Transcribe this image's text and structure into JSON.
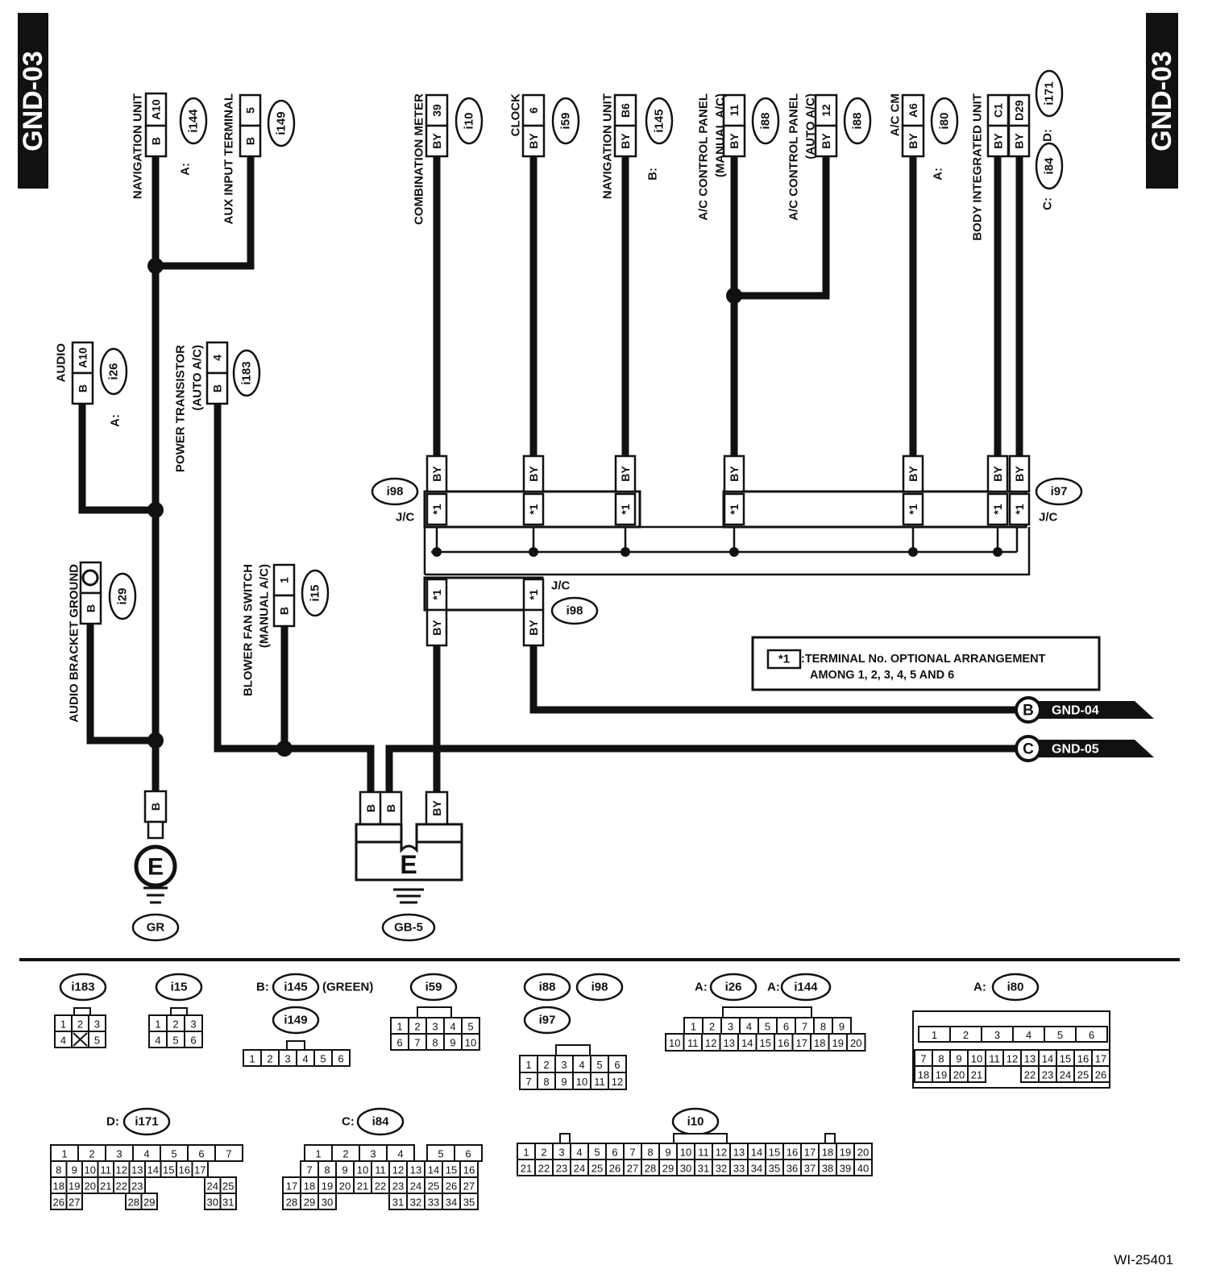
{
  "diagram_id": "GND-03",
  "figure_number": "WI-25401",
  "jc_label": "J/C",
  "note": {
    "symbol": "*1",
    "line1": ":TERMINAL No. OPTIONAL ARRANGEMENT",
    "line2": "AMONG 1, 2, 3, 4, 5 AND 6"
  },
  "components": {
    "navigation_unit_a": {
      "name": "NAVIGATION UNIT",
      "pin": "A10",
      "wire": "B",
      "conn": "i144",
      "prefix": "A:"
    },
    "aux_input": {
      "name": "AUX INPUT TERMINAL",
      "pin": "5",
      "wire": "B",
      "conn": "i149"
    },
    "audio": {
      "name": "AUDIO",
      "pin": "A10",
      "wire": "B",
      "conn": "i26",
      "prefix": "A:"
    },
    "power_transistor": {
      "name": "POWER TRANSISTOR",
      "sub": "(AUTO A/C)",
      "pin": "4",
      "wire": "B",
      "conn": "i183"
    },
    "audio_bracket_ground": {
      "name": "AUDIO BRACKET GROUND",
      "wire": "B",
      "conn": "i29"
    },
    "blower_fan_switch": {
      "name": "BLOWER FAN SWITCH",
      "sub": "(MANUAL A/C)",
      "pin": "1",
      "wire": "B",
      "conn": "i15"
    },
    "combination_meter": {
      "name": "COMBINATION METER",
      "pin": "39",
      "wire": "BY",
      "conn": "i10"
    },
    "clock": {
      "name": "CLOCK",
      "pin": "6",
      "wire": "BY",
      "conn": "i59"
    },
    "navigation_unit_b": {
      "name": "NAVIGATION UNIT",
      "pin": "B6",
      "wire": "BY",
      "conn": "i145",
      "prefix": "B:"
    },
    "ac_panel_manual": {
      "name": "A/C CONTROL PANEL",
      "sub": "(MANUAL A/C)",
      "pin": "11",
      "wire": "BY",
      "conn": "i88"
    },
    "ac_panel_auto": {
      "name": "A/C CONTROL PANEL",
      "sub": "(AUTO A/C)",
      "pin": "12",
      "wire": "BY",
      "conn": "i88"
    },
    "ac_cm": {
      "name": "A/C CM",
      "pin": "A6",
      "wire": "BY",
      "conn": "i80",
      "prefix": "A:"
    },
    "body_integrated_unit": {
      "name": "BODY INTEGRATED UNIT",
      "pin_c": "C1",
      "pin_d": "D29",
      "wire": "BY",
      "conn_c": "i84",
      "conn_d": "i171",
      "prefix_c": "C:",
      "prefix_d": "D:"
    }
  },
  "junction": {
    "upper_left": "i98",
    "upper_right": "i97",
    "lower": "i98",
    "pin": "*1",
    "wire": "BY"
  },
  "grounds": {
    "left_label": "E",
    "left_point": "GR",
    "right_label": "E",
    "right_point": "GB-5",
    "wire_b": "B",
    "wire_by": "BY"
  },
  "offpage": [
    {
      "letter": "B",
      "target": "GND-04"
    },
    {
      "letter": "C",
      "target": "GND-05"
    }
  ],
  "connector_views": [
    {
      "id": "i183",
      "rows": [
        [
          "1",
          "2",
          "3"
        ],
        [
          "4",
          "X",
          "5"
        ]
      ]
    },
    {
      "id": "i15",
      "rows": [
        [
          "1",
          "2",
          "3"
        ],
        [
          "4",
          "5",
          "6"
        ]
      ]
    },
    {
      "id": "i145",
      "prefix": "B:",
      "suffix": "(GREEN)"
    },
    {
      "id": "i149",
      "rows": [
        [
          "1",
          "2",
          "3",
          "4",
          "5",
          "6"
        ]
      ]
    },
    {
      "id": "i59",
      "rows": [
        [
          "1",
          "2",
          "3",
          "4",
          "5"
        ],
        [
          "6",
          "7",
          "8",
          "9",
          "10"
        ]
      ]
    },
    {
      "id": "i88"
    },
    {
      "id": "i98"
    },
    {
      "id": "i97",
      "rows": [
        [
          "1",
          "2",
          "3",
          "4",
          "5",
          "6"
        ],
        [
          "7",
          "8",
          "9",
          "10",
          "11",
          "12"
        ]
      ]
    },
    {
      "id": "i26",
      "prefix": "A:"
    },
    {
      "id": "i144",
      "prefix": "A:",
      "rows": [
        [
          "1",
          "2",
          "3",
          "4",
          "5",
          "6",
          "7",
          "8",
          "9"
        ],
        [
          "10",
          "11",
          "12",
          "13",
          "14",
          "15",
          "16",
          "17",
          "18",
          "19",
          "20"
        ]
      ]
    },
    {
      "id": "i80",
      "prefix": "A:",
      "rows": [
        [
          "1",
          "2",
          "3",
          "4",
          "5",
          "6"
        ],
        [
          "7",
          "8",
          "9",
          "10",
          "11",
          "12",
          "13",
          "14",
          "15",
          "16",
          "17"
        ],
        [
          "18",
          "19",
          "20",
          "21",
          "22",
          "23",
          "24",
          "25",
          "26"
        ]
      ]
    },
    {
      "id": "i171",
      "prefix": "D:",
      "rows": [
        [
          "1",
          "2",
          "3",
          "4",
          "5",
          "6",
          "7"
        ],
        [
          "8",
          "9",
          "10",
          "11",
          "12",
          "13",
          "14",
          "15",
          "16",
          "17"
        ],
        [
          "18",
          "19",
          "20",
          "21",
          "22",
          "23",
          "24",
          "25"
        ],
        [
          "26",
          "27",
          "28",
          "29",
          "30",
          "31"
        ]
      ]
    },
    {
      "id": "i84",
      "prefix": "C:",
      "rows": [
        [
          "1",
          "2",
          "3",
          "4",
          "5",
          "6"
        ],
        [
          "7",
          "8",
          "9",
          "10",
          "11",
          "12",
          "13",
          "14",
          "15",
          "16"
        ],
        [
          "17",
          "18",
          "19",
          "20",
          "21",
          "22",
          "23",
          "24",
          "25",
          "26",
          "27"
        ],
        [
          "28",
          "29",
          "30",
          "31",
          "32",
          "33",
          "34",
          "35"
        ]
      ]
    },
    {
      "id": "i10",
      "rows": [
        [
          "1",
          "2",
          "3",
          "4",
          "5",
          "6",
          "7",
          "8",
          "9",
          "10",
          "11",
          "12",
          "13",
          "14",
          "15",
          "16",
          "17",
          "18",
          "19",
          "20"
        ],
        [
          "21",
          "22",
          "23",
          "24",
          "25",
          "26",
          "27",
          "28",
          "29",
          "30",
          "31",
          "32",
          "33",
          "34",
          "35",
          "36",
          "37",
          "38",
          "39",
          "40"
        ]
      ]
    }
  ]
}
